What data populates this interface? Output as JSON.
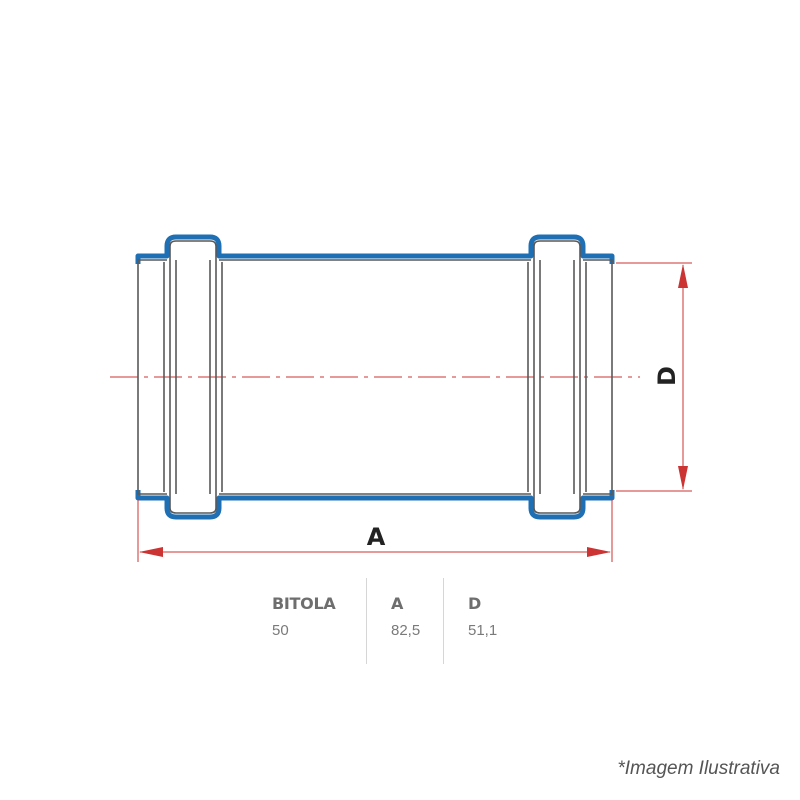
{
  "diagram": {
    "dimension_labels": {
      "length": "A",
      "diameter": "D"
    },
    "colors": {
      "outline": "#1f6fb4",
      "inner": "#595959",
      "dimension": "#cc3333"
    }
  },
  "table": {
    "headers": [
      "BITOLA",
      "A",
      "D"
    ],
    "rows": [
      [
        "50",
        "82,5",
        "51,1"
      ]
    ]
  },
  "note": "*Imagem Ilustrativa"
}
